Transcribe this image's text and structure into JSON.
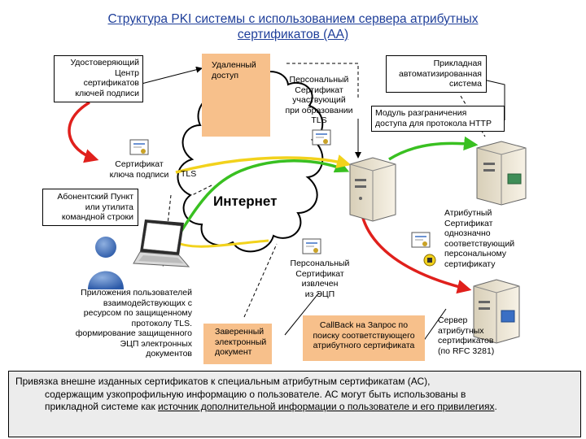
{
  "title": {
    "line1": "Структура PKI системы с использованием сервера атрибутных",
    "line2": "сертификатов (АА)"
  },
  "labels": {
    "ca": [
      "Удостоверяющий",
      "Центр",
      "сертификатов",
      "ключей подписи"
    ],
    "remote_access": [
      "Удаленный",
      "доступ"
    ],
    "personal_cert_tls": [
      "Персональный",
      "Сертификат",
      "участвующий",
      "при образовании",
      "TLS"
    ],
    "app_system": [
      "Прикладная",
      "автоматизированная",
      "система"
    ],
    "access_module": [
      "Модуль разграничения",
      "доступа для протокола HTTP"
    ],
    "signing_cert": [
      "Сертификат",
      "ключа подписи"
    ],
    "tls": "TLS",
    "subscriber": [
      "Абонентский Пункт",
      "или утилита",
      "командной строки"
    ],
    "internet": "Интернет",
    "attr_cert": [
      "Атрибутный",
      "Сертификат",
      "однозначно",
      "соответствующий",
      "персональному",
      "сертификату"
    ],
    "personal_cert_eds": [
      "Персональный",
      "Сертификат",
      "извлечен",
      "из ЭЦП"
    ],
    "apps": [
      "Приложения пользователей",
      "взаимодействующих с",
      "ресурсом по защищенному",
      "протоколу TLS.",
      "формирование защищенного",
      "ЭЦП электронных",
      "документов"
    ],
    "signed_doc": [
      "Заверенный",
      "электронный",
      "документ"
    ],
    "callback": [
      "CallBack на Запрос по",
      "поиску соответствующего",
      "атрибутного сертификата"
    ],
    "attr_server": [
      "Сервер",
      "атрибутных",
      "сертификатов",
      "(по RFC 3281)"
    ]
  },
  "caption": {
    "line1": "Привязка внешне изданных сертификатов к специальным атрибутным сертификатам (АС),",
    "line2": "содержащим узкопрофильную информацию о пользователе.  АС могут быть использованы в",
    "line3_pre": "прикладной системе как ",
    "line3_link": "источник дополнительной информации о пользователе и его привилегиях",
    "line3_post": "."
  },
  "colors": {
    "title": "#1f3f9a",
    "tan_box": "#f7c08b",
    "red_arrow": "#e0201c",
    "green_arrow": "#39c021",
    "yellow_arrow": "#f2d21c",
    "caption_bg": "#ececec"
  },
  "icons": [
    "certificate-icon",
    "server-icon",
    "laptop-icon",
    "user-icon",
    "key-icon",
    "cloud-icon"
  ]
}
